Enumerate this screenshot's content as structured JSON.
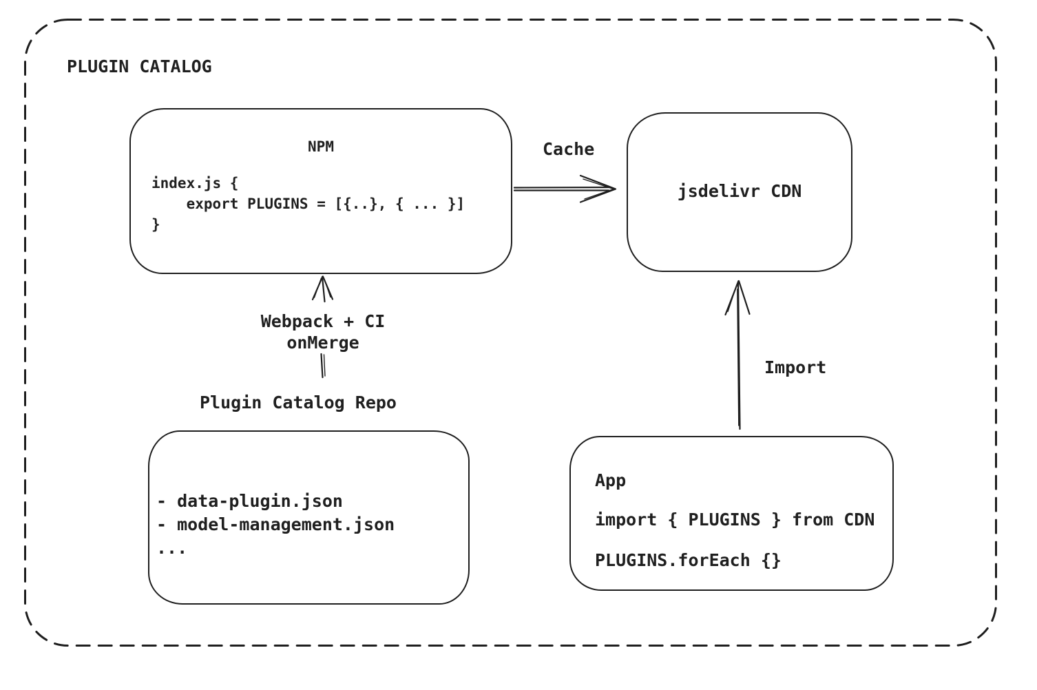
{
  "frame": {
    "title": "PLUGIN CATALOG"
  },
  "nodes": {
    "npm": {
      "title": "NPM",
      "code": [
        "index.js {",
        "    export PLUGINS = [{..}, { ... }]",
        "}"
      ]
    },
    "cdn": {
      "label": "jsdelivr CDN"
    },
    "repo": {
      "label": "Plugin Catalog Repo",
      "files": [
        "- data-plugin.json",
        "- model-management.json",
        "..."
      ]
    },
    "app": {
      "title": "App",
      "code": [
        "import { PLUGINS } from CDN",
        "PLUGINS.forEach {}"
      ]
    }
  },
  "edges": {
    "cache": {
      "label": "Cache",
      "from": "NPM",
      "to": "jsdelivr CDN"
    },
    "build": {
      "label_lines": [
        "Webpack + CI",
        "onMerge"
      ],
      "from": "Plugin Catalog Repo",
      "to": "NPM"
    },
    "import": {
      "label": "Import",
      "from": "App",
      "to": "jsdelivr CDN"
    }
  },
  "colors": {
    "stroke": "#1e1e1e",
    "text": "#1f1f1f",
    "background": "#ffffff"
  }
}
